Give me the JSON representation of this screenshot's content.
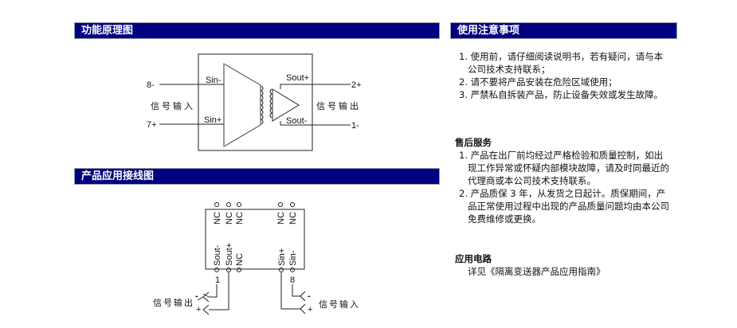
{
  "sections": {
    "principle": "功能原理图",
    "notes": "使用注意事项",
    "wiring": "产品应用接线图"
  },
  "principle": {
    "pin8": "8-",
    "pin7": "7+",
    "pin2": "2+",
    "pin1": "1-",
    "sin_minus": "Sin-",
    "sin_plus": "Sin+",
    "sout_plus": "Sout+",
    "sout_minus": "Sout-",
    "input": "信号输入",
    "output": "信号输出"
  },
  "wiring": {
    "top_pins": [
      "NC",
      "NC",
      "NC",
      "NC",
      "NC"
    ],
    "bottom_pins": [
      "Sout-",
      "Sout+",
      "NC",
      "Sin+",
      "Sin-"
    ],
    "pin1": "1",
    "pin8": "8",
    "output": "信号输出",
    "input": "信号输入",
    "minus": "-",
    "plus": "+"
  },
  "notes": {
    "items": [
      "1. 使用前，请仔细阅读说明书，若有疑问，请与本公司技术支持联系；",
      "2. 请不要将产品安装在危险区域使用；",
      "3. 严禁私自拆装产品，防止设备失效或发生故障。"
    ]
  },
  "after_sales": {
    "title": "售后服务",
    "items": [
      "1. 产品在出厂前均经过严格检验和质量控制，如出现工作异常或怀疑内部模块故障，请及时同最近的代理商或本公司技术支持联系。",
      "2. 产品质保 3 年，从发货之日起计。质保期间，产品正常使用过程中出现的产品质量问题均由本公司免费维修或更换。"
    ]
  },
  "circuit": {
    "title": "应用电路",
    "text": "详见《隔离变送器产品应用指南》"
  }
}
